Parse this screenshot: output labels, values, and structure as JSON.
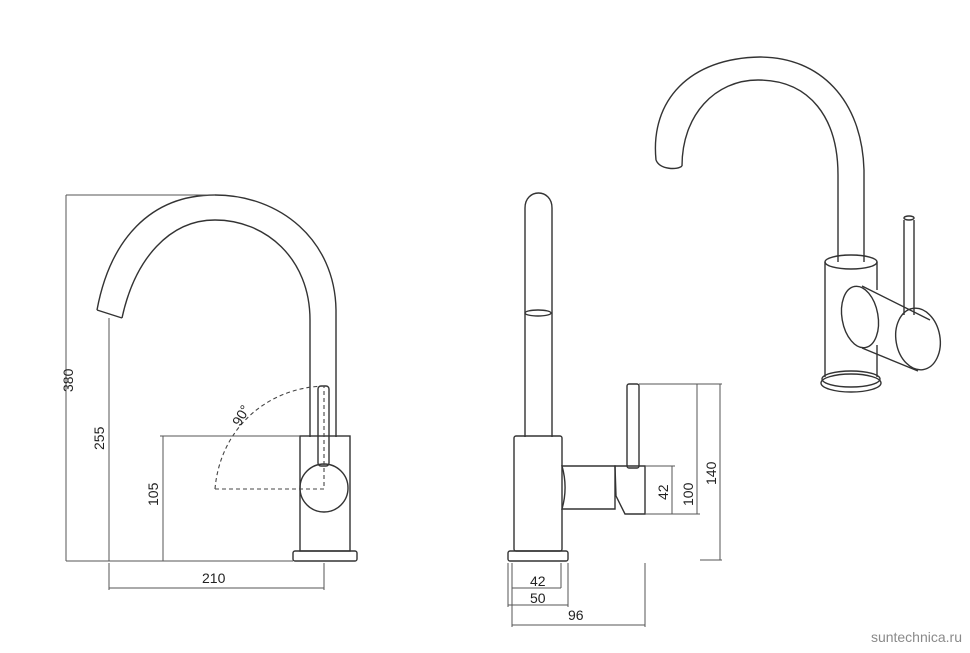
{
  "front_view": {
    "total_height": "380",
    "spout_height": "255",
    "handle_height": "105",
    "spout_reach": "210",
    "lever_rotation": "90°"
  },
  "side_view": {
    "base_inner": "42",
    "base_outer": "50",
    "total_depth": "96",
    "handle_diameter": "42",
    "handle_body": "100",
    "lever_height": "140"
  },
  "watermark": "suntechnica.ru",
  "colors": {
    "line": "#333333",
    "dimension": "#555555",
    "watermark": "#8a8a8a",
    "background": "#ffffff"
  }
}
